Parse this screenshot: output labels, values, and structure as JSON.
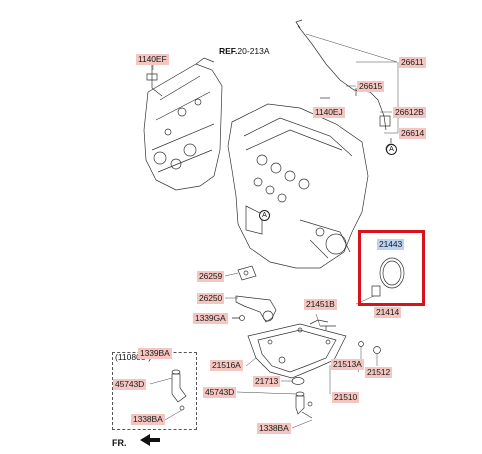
{
  "ref": {
    "prefix": "REF.",
    "value": "20-213A"
  },
  "callout_letter": "A",
  "inset_label": "(110805-)",
  "fr_label": "FR.",
  "parts": {
    "p1140EF": "1140EF",
    "p26611": "26611",
    "p26615": "26615",
    "p1140EJ": "1140EJ",
    "p26612B": "26612B",
    "p26614": "26614",
    "p21443": "21443",
    "p21414": "21414",
    "p26259": "26259",
    "p26250": "26250",
    "p21451B": "21451B",
    "p1339GA": "1339GA",
    "p1339BA_left": "1339BA",
    "p45743D_left": "45743D",
    "p21516A": "21516A",
    "p21513A": "21513A",
    "p21512": "21512",
    "p21713": "21713",
    "p45743D_mid": "45743D",
    "p21510": "21510",
    "p1338BA": "1338BA"
  }
}
